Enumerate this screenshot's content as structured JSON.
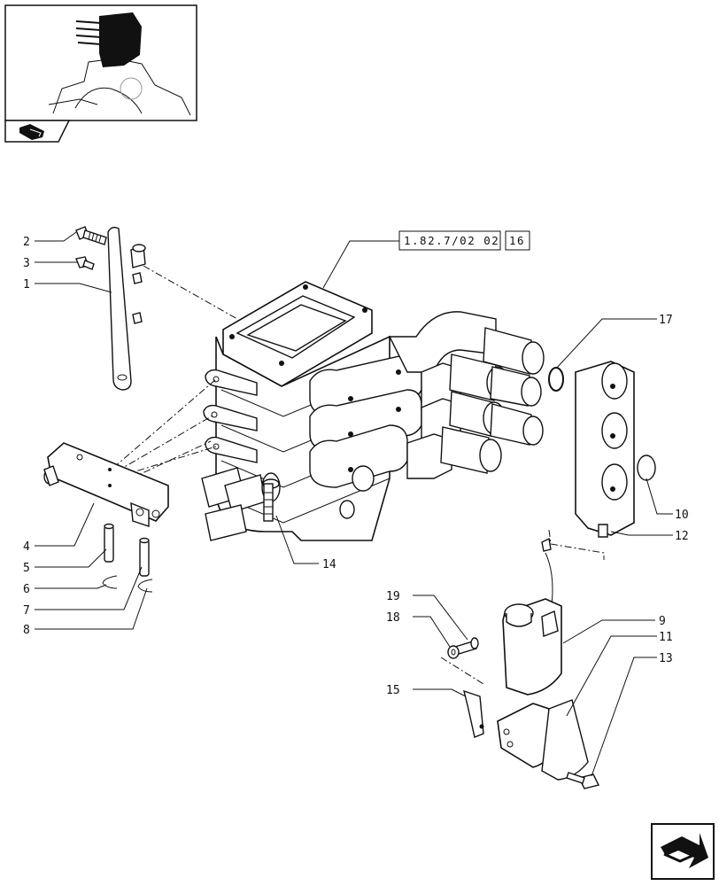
{
  "reference": {
    "code": "1.82.7/02 02",
    "item": "16"
  },
  "callouts": [
    {
      "id": "c2",
      "label": "2"
    },
    {
      "id": "c3",
      "label": "3"
    },
    {
      "id": "c1",
      "label": "1"
    },
    {
      "id": "c4",
      "label": "4"
    },
    {
      "id": "c5",
      "label": "5"
    },
    {
      "id": "c6",
      "label": "6"
    },
    {
      "id": "c7",
      "label": "7"
    },
    {
      "id": "c8",
      "label": "8"
    },
    {
      "id": "c14",
      "label": "14"
    },
    {
      "id": "c17",
      "label": "17"
    },
    {
      "id": "c10",
      "label": "10"
    },
    {
      "id": "c12",
      "label": "12"
    },
    {
      "id": "c19",
      "label": "19"
    },
    {
      "id": "c18",
      "label": "18"
    },
    {
      "id": "c9",
      "label": "9"
    },
    {
      "id": "c11",
      "label": "11"
    },
    {
      "id": "c13",
      "label": "13"
    },
    {
      "id": "c15",
      "label": "15"
    }
  ],
  "icons": {
    "thumbnail": "tractor-location-thumbnail",
    "book": "catalog-book-icon",
    "next": "next-page-arrow-icon"
  }
}
